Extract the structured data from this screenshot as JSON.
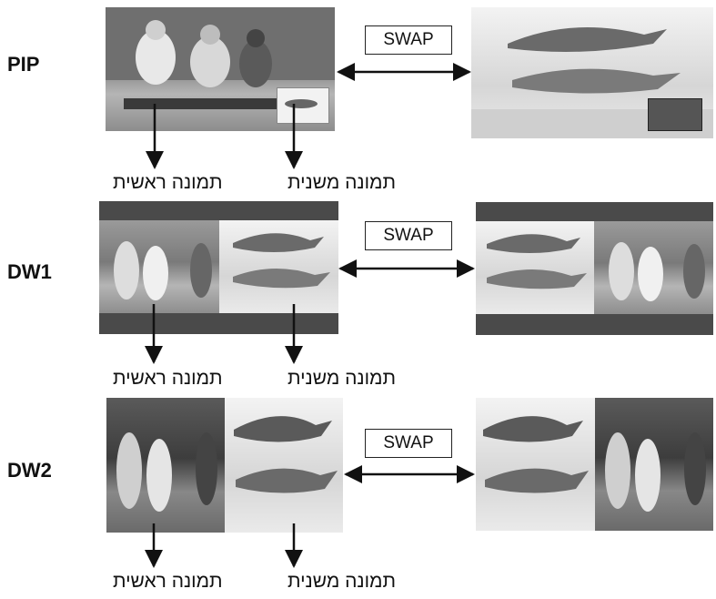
{
  "rows": [
    {
      "mode": "PIP",
      "swap": "SWAP",
      "caption_main": "תמונה ראשית",
      "caption_sub": "תמונה משנית"
    },
    {
      "mode": "DW1",
      "swap": "SWAP",
      "caption_main": "תמונה ראשית",
      "caption_sub": "תמונה משנית"
    },
    {
      "mode": "DW2",
      "swap": "SWAP",
      "caption_main": "תמונה ראשית",
      "caption_sub": "תמונה משנית"
    }
  ]
}
